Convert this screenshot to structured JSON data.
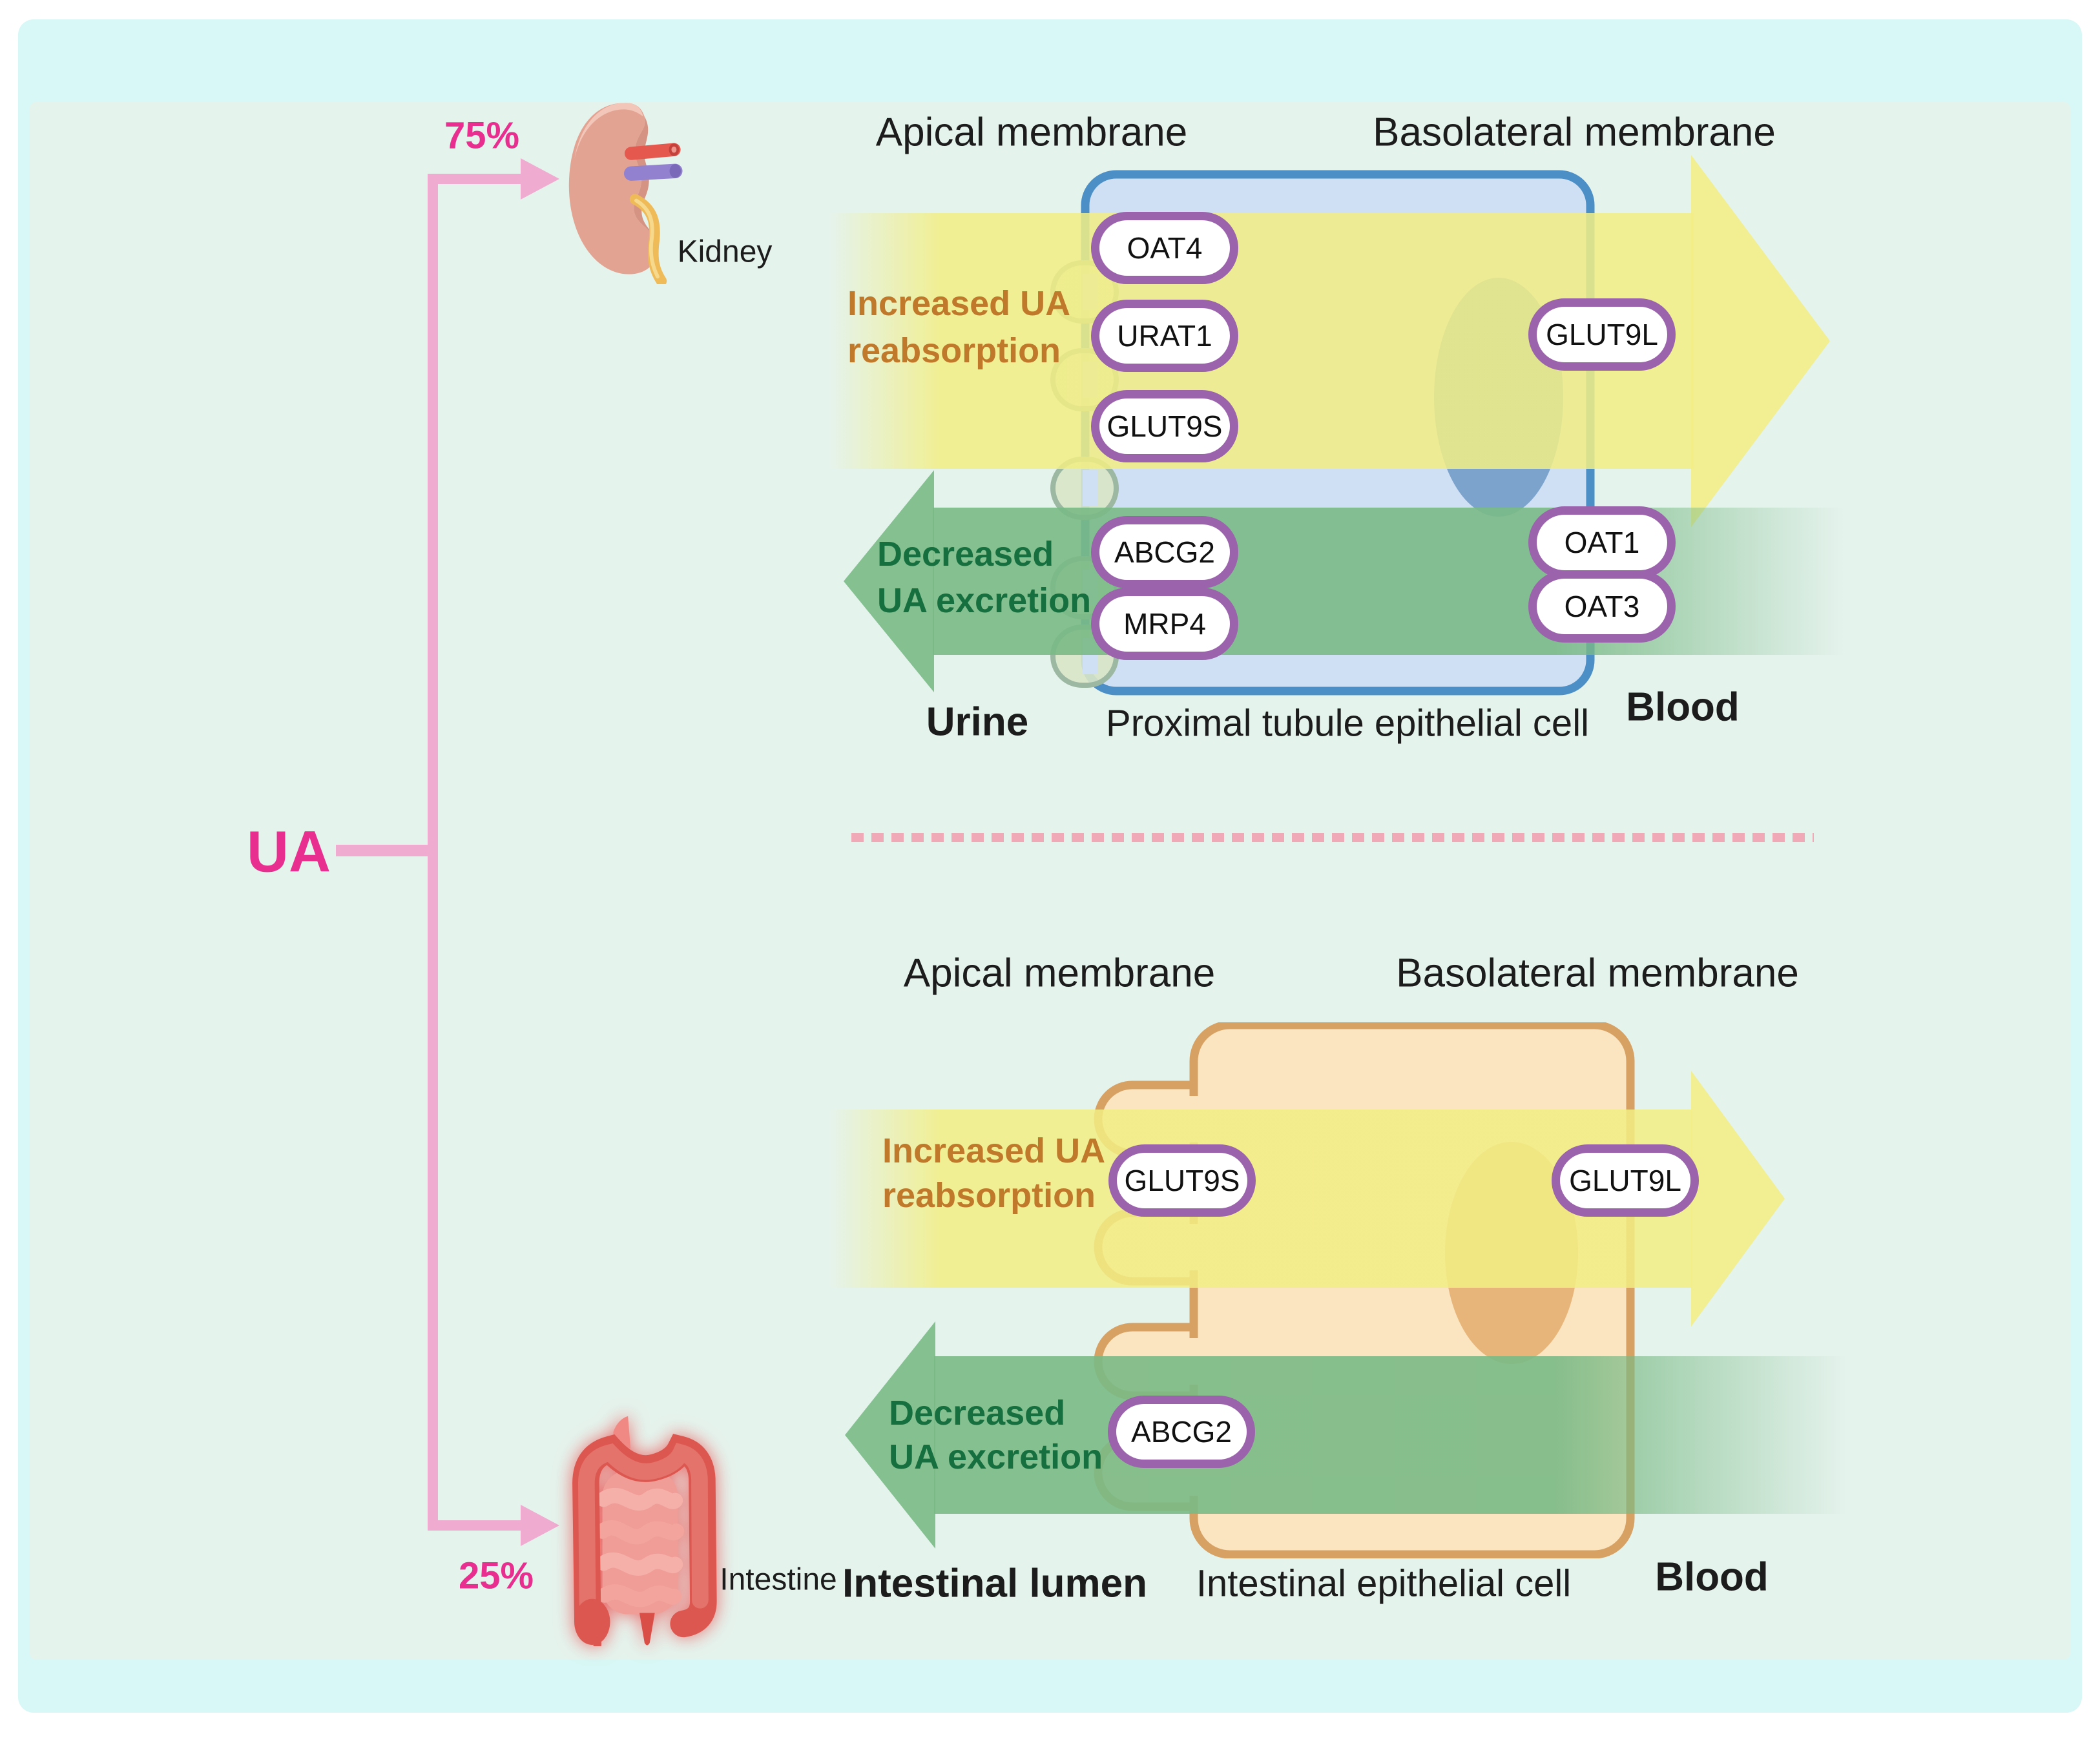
{
  "palette": {
    "magenta_text": "#e82f90",
    "pink_connector": "#efabd0",
    "yellow_arrow": "#f2ee84",
    "green_arrow": "#7aba86",
    "orange_text": "#c0792a",
    "dark_green_text": "#156f3e",
    "purple_pill_border": "#9a63ac",
    "kidney_cell_fill": "#cfe0f4",
    "kidney_cell_border": "#4b8fc6",
    "intestine_cell_fill": "#fbe5c1",
    "intestine_cell_border": "#d7a163",
    "background_mint": "#e5f3ed",
    "background_cyan": "#d7f8f6"
  },
  "ua_flow": {
    "source_label": "UA",
    "kidney_share": "75%",
    "intestine_share": "25%",
    "kidney_label": "Kidney",
    "intestine_label": "Intestine"
  },
  "kidney_panel": {
    "apical_header": "Apical membrane",
    "basolateral_header": "Basolateral membrane",
    "reabsorption_line1": "Increased UA",
    "reabsorption_line2": "reabsorption",
    "excretion_line1": "Decreased",
    "excretion_line2": "UA excretion",
    "apical_reabsorption_transporters": [
      "OAT4",
      "URAT1",
      "GLUT9S"
    ],
    "basolateral_reabsorption_transporters": [
      "GLUT9L"
    ],
    "apical_excretion_transporters": [
      "ABCG2",
      "MRP4"
    ],
    "basolateral_excretion_transporters": [
      "OAT1",
      "OAT3"
    ],
    "lumen_label": "Urine",
    "cell_label": "Proximal tubule epithelial cell",
    "blood_label": "Blood"
  },
  "intestine_panel": {
    "apical_header": "Apical membrane",
    "basolateral_header": "Basolateral membrane",
    "reabsorption_line1": "Increased UA",
    "reabsorption_line2": "reabsorption",
    "excretion_line1": "Decreased",
    "excretion_line2": "UA excretion",
    "apical_reabsorption_transporters": [
      "GLUT9S"
    ],
    "basolateral_reabsorption_transporters": [
      "GLUT9L"
    ],
    "apical_excretion_transporters": [
      "ABCG2"
    ],
    "lumen_label": "Intestinal lumen",
    "cell_label": "Intestinal epithelial cell",
    "blood_label": "Blood"
  }
}
